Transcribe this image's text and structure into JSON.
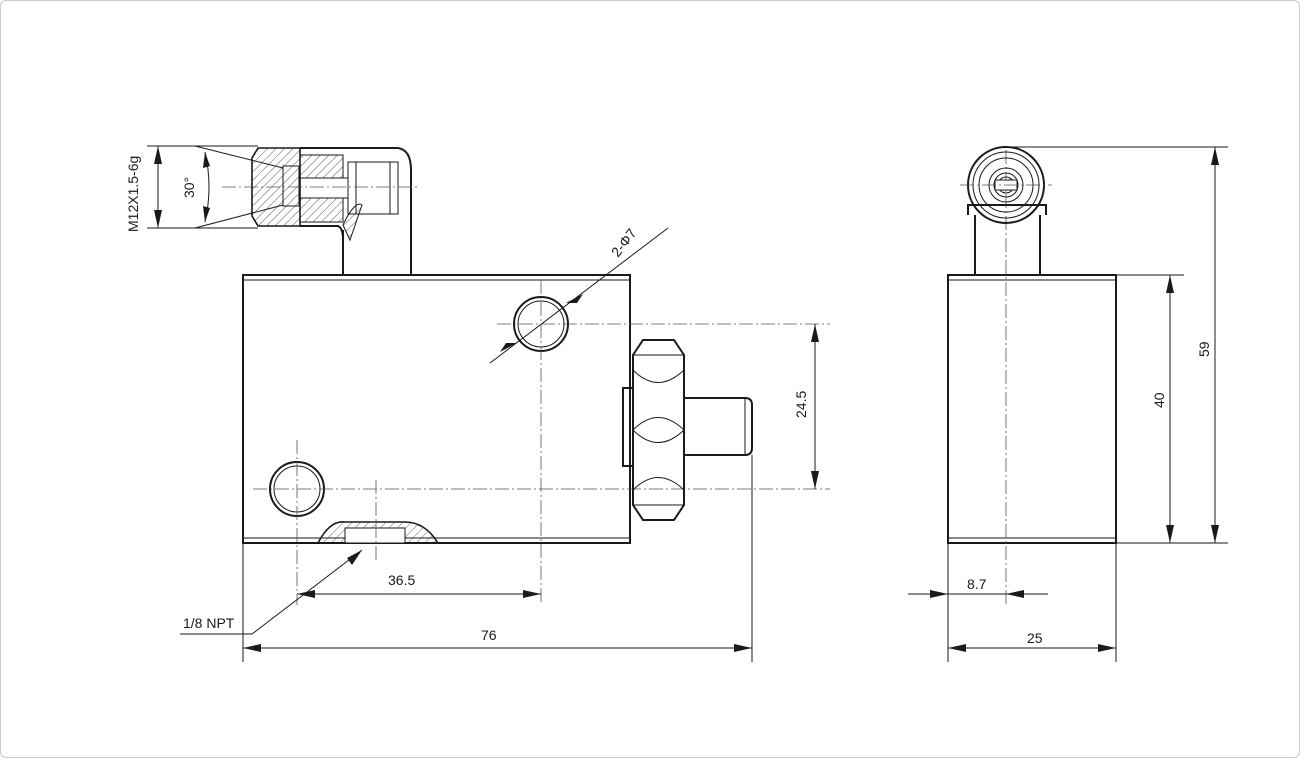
{
  "dimensions": {
    "length_total": "76",
    "hole_distance_horizontal": "36.5",
    "hole_distance_vertical": "24.5",
    "mount_holes": "2-Φ7",
    "port_thread": "1/8 NPT",
    "fitting_thread": "M12X1.5-6g",
    "cone_angle": "30°",
    "side_height_body": "40",
    "side_height_total": "59",
    "side_offset": "8.7",
    "side_width": "25"
  }
}
